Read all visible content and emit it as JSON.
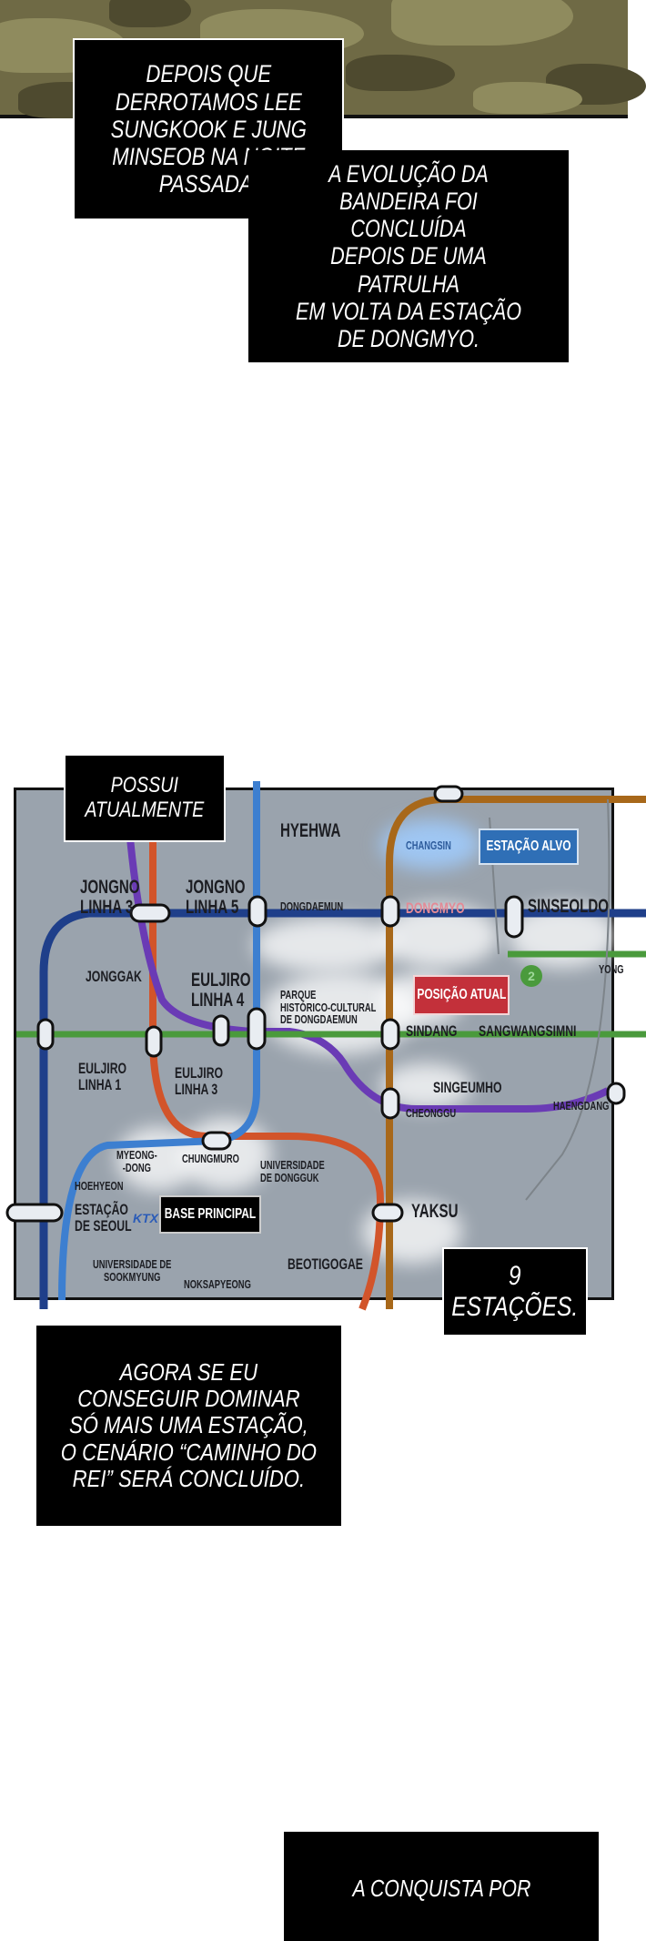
{
  "captions": {
    "box1": "DEPOIS QUE\nDERROTAMOS LEE\nSUNGKOOK E JUNG\nMINSEOB NA NOITE\nPASSADA,",
    "box2": "A EVOLUÇÃO DA\nBANDEIRA FOI CONCLUÍDA\nDEPOIS DE UMA PATRULHA\nEM VOLTA DA ESTAÇÃO\nDE DONGMYO.",
    "possui": "POSSUI\nATUALMENTE",
    "nine_stations": "9 ESTAÇÕES.",
    "box3": "AGORA SE EU\nCONSEGUIR DOMINAR\nSÓ MAIS UMA ESTAÇÃO,\nO CENÁRIO “CAMINHO DO\nREI” SERÁ CONCLUÍDO.",
    "box4": "A CONQUISTA POR"
  },
  "map": {
    "tags": {
      "target": "ESTAÇÃO ALVO",
      "current": "POSIÇÃO ATUAL",
      "base": "BASE PRINCIPAL"
    },
    "colors": {
      "line1": "#1f3f8a",
      "line2": "#4a9a3c",
      "line3": "#d2542a",
      "line4": "#3d7fd0",
      "line5": "#6a3bb5",
      "line6": "#a8681a",
      "target_tag": "#2f6fb6",
      "current_tag": "#c3303a",
      "base_tag": "#000000"
    },
    "line2_badge": "2",
    "ktx_logo": "KTX",
    "stations": {
      "hyehwa": "HYEHWA",
      "changsin": "CHANGSIN",
      "jongno3": "JONGNO\nLINHA 3",
      "jongno5": "JONGNO\nLINHA 5",
      "dongdaemun": "DONGDAEMUN",
      "dongmyo": "DONGMYO",
      "sinseoldong": "SINSEOLDO",
      "yong": "YONG",
      "jonggak": "JONGGAK",
      "euljiro4": "EULJIRO\nLINHA 4",
      "ddp": "PARQUE\nHISTÓRICO-CULTURAL\nDE DONGDAEMUN",
      "sindang": "SINDANG",
      "sangwangsimni": "SANGWANGSIMNI",
      "euljiro1": "EULJIRO\nLINHA 1",
      "euljiro3": "EULJIRO\nLINHA 3",
      "singeumho": "SINGEUMHO",
      "haengdang": "HAENGDANG",
      "cheonggu": "CHEONGGU",
      "myeongdong": "MYEONG-\n-DONG",
      "chungmuro": "CHUNGMURO",
      "dongguk": "UNIVERSIDADE\nDE DONGGUK",
      "hoehyeon": "HOEHYEON",
      "seoul": "ESTAÇÃO\nDE SEOUL",
      "yaksu": "YAKSU",
      "sookmyung": "UNIVERSIDADE DE\nSOOKMYUNG",
      "noksapyeong": "NOKSAPYEONG",
      "beotigogae": "BEOTIGOGAE"
    }
  }
}
